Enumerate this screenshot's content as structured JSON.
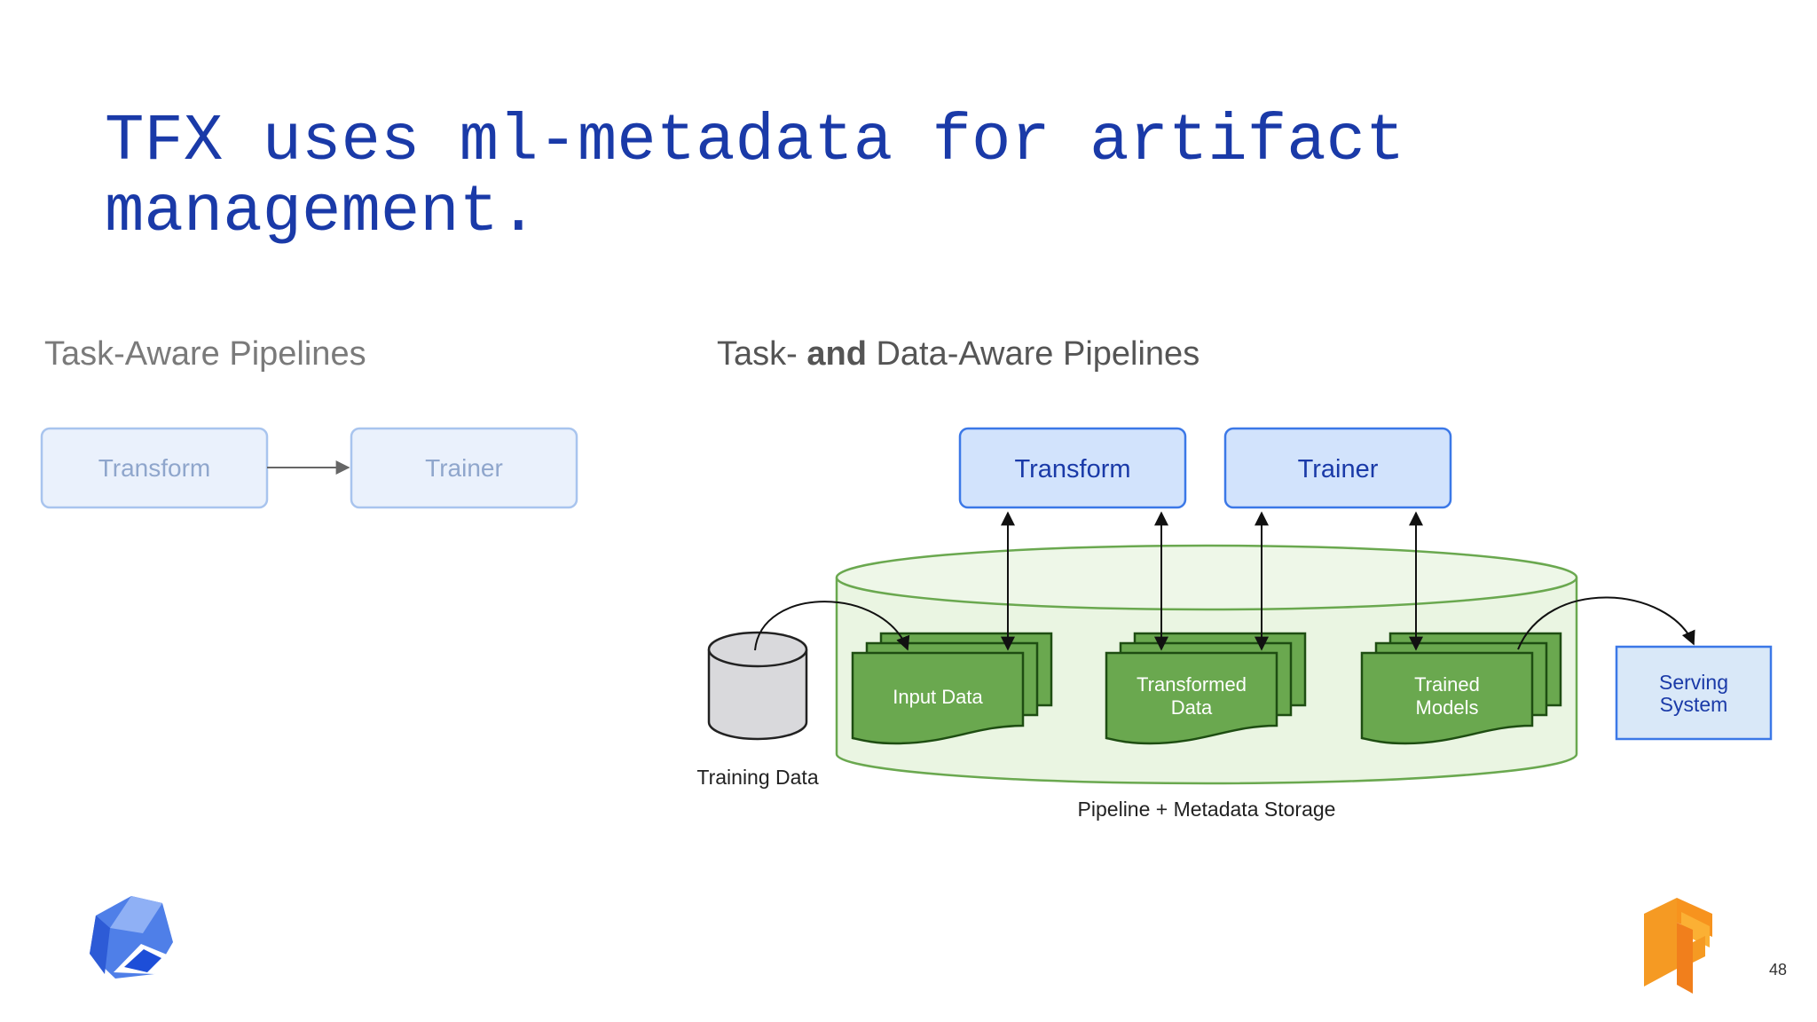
{
  "slide": {
    "title_line1": "TFX uses ml-metadata for artifact",
    "title_line2": "management.",
    "page_number": "48"
  },
  "left_section": {
    "heading": "Task-Aware Pipelines",
    "nodes": [
      "Transform",
      "Trainer"
    ]
  },
  "right_section": {
    "heading_prefix": "Task- ",
    "heading_bold": "and",
    "heading_suffix": " Data-Aware Pipelines",
    "components": [
      "Transform",
      "Trainer"
    ],
    "artifacts": {
      "input_data": "Input Data",
      "transformed_line1": "Transformed",
      "transformed_line2": "Data",
      "trained_line1": "Trained",
      "trained_line2": "Models"
    },
    "training_data": "Training Data",
    "storage": "Pipeline + Metadata Storage",
    "serving_line1": "Serving",
    "serving_line2": "System"
  },
  "colors": {
    "title": "#1a3aa8",
    "component_fill": "#d2e3fc",
    "component_stroke": "#3b78e7",
    "faded_fill": "#eaf1fc",
    "faded_stroke": "#a8c4ee",
    "artifact_fill": "#6aa84f",
    "artifact_stroke": "#2e6b1e",
    "storage_fill": "#eaf5e2",
    "storage_stroke": "#6aa84f",
    "tf_orange": "#f7931e"
  },
  "logos": [
    "kubeflow-logo",
    "tensorflow-logo"
  ]
}
